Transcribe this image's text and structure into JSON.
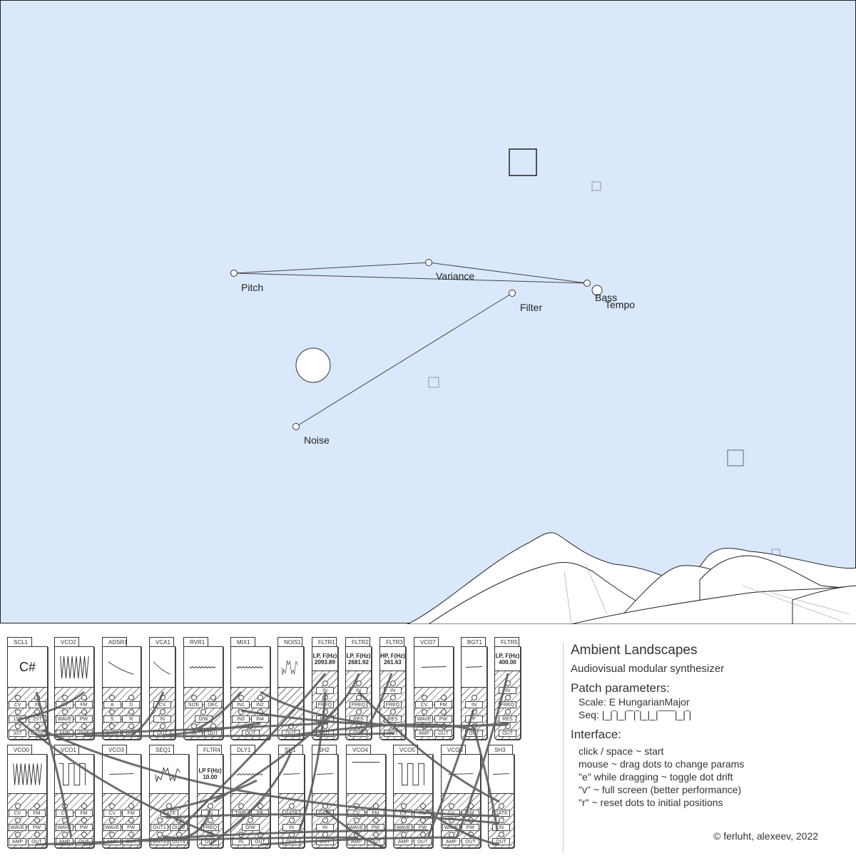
{
  "scene": {
    "params": [
      {
        "label": "Pitch"
      },
      {
        "label": "Variance"
      },
      {
        "label": "Bass"
      },
      {
        "label": "Tempo"
      },
      {
        "label": "Filter"
      },
      {
        "label": "Noise"
      }
    ],
    "sky_color": "#dae8fc"
  },
  "modules_row1": [
    {
      "name": "SCL1",
      "display": "C#",
      "ports": [
        [
          "CV",
          "IN"
        ],
        [
          "1ST",
          "2ST"
        ],
        [
          "3ST",
          "GATE"
        ]
      ]
    },
    {
      "name": "VCO2",
      "display": "",
      "ports": [
        [
          "CV",
          "FM"
        ],
        [
          "WAVE",
          "PW"
        ],
        [
          "AMP",
          "OUT"
        ]
      ]
    },
    {
      "name": "ADSR1",
      "display": "",
      "ports": [
        [
          "A",
          "D"
        ],
        [
          "S",
          "R"
        ],
        [
          "GATE",
          "OUT"
        ]
      ]
    },
    {
      "name": "VCA1",
      "display": "",
      "ports": [
        [
          "CV"
        ],
        [
          "IN"
        ],
        [
          "OUT"
        ]
      ]
    },
    {
      "name": "RVR1",
      "display": "",
      "ports": [
        [
          "SIZE",
          "DEC"
        ],
        [
          "D/W"
        ],
        [
          "IN",
          "OUT"
        ]
      ]
    },
    {
      "name": "MIX1",
      "display": "",
      "ports": [
        [
          "IN1",
          "IN2"
        ],
        [
          "IN3",
          "IN4"
        ],
        [
          "OUT"
        ]
      ]
    },
    {
      "name": "NOIS1",
      "display": "",
      "ports": [
        [
          "OUT"
        ]
      ]
    },
    {
      "name": "FLTR1",
      "display": "LP, F(Hz) 2093.89",
      "ports": [
        [
          "IN"
        ],
        [
          "FREQ"
        ],
        [
          "RES"
        ],
        [
          "OUT"
        ]
      ]
    },
    {
      "name": "FLTR2",
      "display": "LP, F(Hz) 2681.92",
      "ports": [
        [
          "IN"
        ],
        [
          "FREQ"
        ],
        [
          "RES"
        ],
        [
          "OUT"
        ]
      ]
    },
    {
      "name": "FLTR3",
      "display": "HP, F(Hz) 261.63",
      "ports": [
        [
          "IN"
        ],
        [
          "FREQ"
        ],
        [
          "RES"
        ],
        [
          "OUT"
        ]
      ]
    },
    {
      "name": "VCO7",
      "display": "",
      "ports": [
        [
          "CV",
          "FM"
        ],
        [
          "WAVE",
          "PW"
        ],
        [
          "AMP",
          "OUT"
        ]
      ]
    },
    {
      "name": "BGT1",
      "display": "",
      "ports": [
        [
          "IN"
        ],
        [
          "P"
        ],
        [
          "OUT"
        ]
      ]
    },
    {
      "name": "FLTR5",
      "display": "LP, F(Hz) 400.00",
      "ports": [
        [
          "IN"
        ],
        [
          "FREQ"
        ],
        [
          "RES"
        ],
        [
          "OUT"
        ]
      ]
    }
  ],
  "modules_row2": [
    {
      "name": "VCO0",
      "display": "",
      "ports": [
        [
          "CV",
          "FM"
        ],
        [
          "WAVE",
          "PW"
        ],
        [
          "AMP",
          "OUT"
        ]
      ]
    },
    {
      "name": "VCO1",
      "display": "",
      "ports": [
        [
          "CV",
          "FM"
        ],
        [
          "WAVE",
          "PW"
        ],
        [
          "AMP",
          "OUT"
        ]
      ]
    },
    {
      "name": "VCO3",
      "display": "",
      "ports": [
        [
          "CV",
          "FM"
        ],
        [
          "WAVE",
          "PW"
        ],
        [
          "AMP",
          "OUT"
        ]
      ]
    },
    {
      "name": "SEQ1",
      "display": "",
      "ports": [
        [
          "GATE"
        ],
        [
          "OUT1",
          "OUT2"
        ],
        [
          "OUT3",
          "OUT4"
        ]
      ]
    },
    {
      "name": "FLTR4",
      "display": "LP F(Hz) 10.00",
      "ports": [
        [
          "IN"
        ],
        [
          "FREQ"
        ],
        [
          "OUT"
        ]
      ]
    },
    {
      "name": "DLY1",
      "display": "",
      "ports": [
        [
          "TIME",
          "FB"
        ],
        [
          "D/W"
        ],
        [
          "IN",
          "OUT"
        ]
      ]
    },
    {
      "name": "SH1",
      "display": "",
      "ports": [
        [
          "GATE"
        ],
        [
          "IN"
        ],
        [
          "OUT"
        ]
      ]
    },
    {
      "name": "SH2",
      "display": "",
      "ports": [
        [
          "GATE"
        ],
        [
          "IN"
        ],
        [
          "OUT"
        ]
      ]
    },
    {
      "name": "VCO4",
      "display": "",
      "ports": [
        [
          "CV",
          "FM"
        ],
        [
          "WAVE",
          "PW"
        ],
        [
          "AMP",
          "OUT"
        ]
      ]
    },
    {
      "name": "VCO5",
      "display": "",
      "ports": [
        [
          "CV",
          "FM"
        ],
        [
          "WAVE",
          "PW"
        ],
        [
          "AMP",
          "OUT"
        ]
      ]
    },
    {
      "name": "VCO6",
      "display": "",
      "ports": [
        [
          "CV",
          "FM"
        ],
        [
          "WAVE",
          "PW"
        ],
        [
          "AMP",
          "OUT"
        ]
      ]
    },
    {
      "name": "SH3",
      "display": "",
      "ports": [
        [
          "GATE"
        ],
        [
          "IN"
        ],
        [
          "OUT"
        ]
      ]
    }
  ],
  "panel": {
    "title": "Ambient Landscapes",
    "subtitle": "Audiovisual modular synthesizer",
    "patch_heading": "Patch parameters:",
    "scale": "Scale: E HungarianMajor",
    "seq": "Seq: |_|‾|_|‾‾|‾|_|_|‾‾‾‾‾|_|‾|",
    "interface_heading": "Interface:",
    "interface_lines": [
      "click / space ~ start",
      "mouse ~ drag dots to change params",
      "\"e\" while dragging ~ toggle dot drift",
      "\"v\" ~ full screen (better performance)",
      "\"r\" ~ reset dots to initial positions"
    ],
    "copyright": "© ferluht, alexeev, 2022"
  }
}
